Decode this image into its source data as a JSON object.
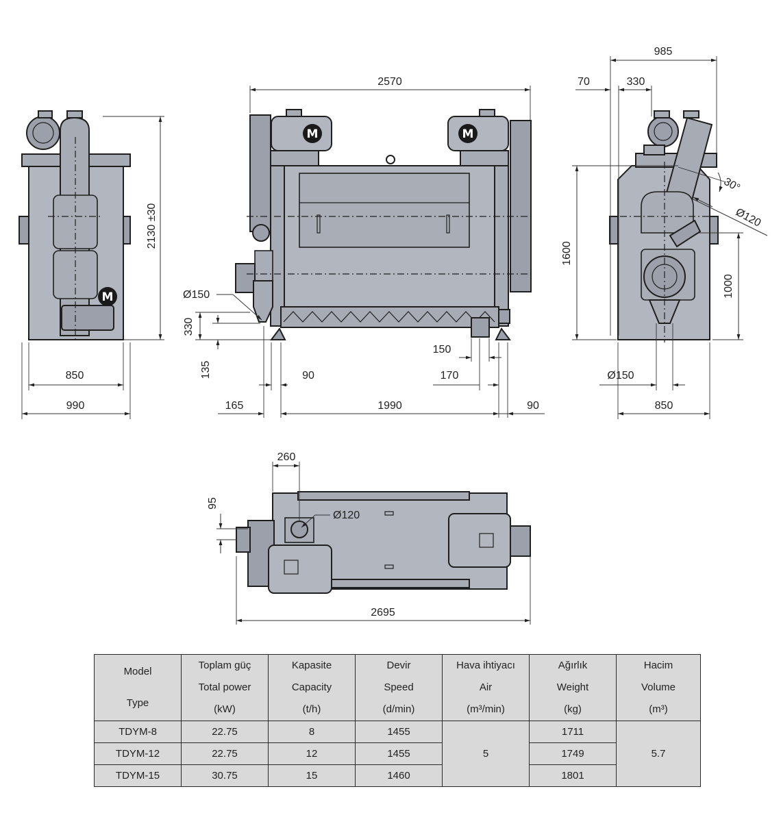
{
  "drawing": {
    "motor_label": "M",
    "dimensions": {
      "side_left": {
        "height": "2130 ±30",
        "inner_width": "850",
        "outer_width": "990"
      },
      "front": {
        "overall_width": "2570",
        "inlet_diameter": "Ø150",
        "inlet_height": "330",
        "foot_height": "135",
        "foot_left": "90",
        "outlet_width": "150",
        "outlet_offset": "170",
        "left_overhang": "165",
        "main_width": "1990",
        "right_overhang": "90"
      },
      "side_right": {
        "overall_width": "985",
        "left_offset": "70",
        "duct_offset": "330",
        "angle": "30°",
        "duct_diameter": "Ø120",
        "height": "1600",
        "outlet_height": "1000",
        "outlet_diameter": "Ø150",
        "base_width": "850"
      },
      "top_view": {
        "offset_x": "260",
        "offset_y": "95",
        "duct_diameter": "Ø120",
        "overall_length": "2695"
      }
    }
  },
  "table": {
    "headers": [
      {
        "key": "model",
        "lines": [
          "Model",
          "Type"
        ]
      },
      {
        "key": "power",
        "lines": [
          "Toplam güç",
          "Total power",
          "(kW)"
        ]
      },
      {
        "key": "capacity",
        "lines": [
          "Kapasite",
          "Capacity",
          "(t/h)"
        ]
      },
      {
        "key": "speed",
        "lines": [
          "Devir",
          "Speed",
          "(d/min)"
        ]
      },
      {
        "key": "air",
        "lines": [
          "Hava ihtiyacı",
          "Air",
          "(m³/min)"
        ]
      },
      {
        "key": "weight",
        "lines": [
          "Ağırlık",
          "Weight",
          "(kg)"
        ]
      },
      {
        "key": "volume",
        "lines": [
          "Hacim",
          "Volume",
          "(m³)"
        ]
      }
    ],
    "rows": [
      {
        "model": "TDYM-8",
        "power": "22.75",
        "capacity": "8",
        "speed": "1455",
        "weight": "1711"
      },
      {
        "model": "TDYM-12",
        "power": "22.75",
        "capacity": "12",
        "speed": "1455",
        "weight": "1749"
      },
      {
        "model": "TDYM-15",
        "power": "30.75",
        "capacity": "15",
        "speed": "1460",
        "weight": "1801"
      }
    ],
    "merged": {
      "air": "5",
      "volume": "5.7"
    }
  },
  "colors": {
    "machine": "#b2b6bf",
    "table_bg": "#d9d9d9",
    "outline": "#1f1f1f"
  }
}
